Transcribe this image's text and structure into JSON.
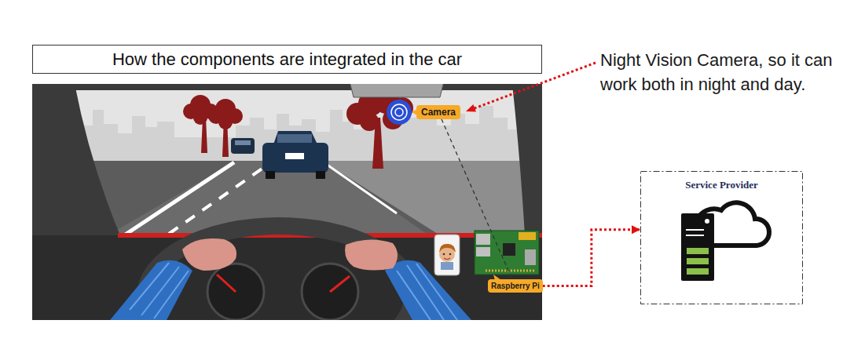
{
  "diagram": {
    "title": "How the components are integrated in the car",
    "nodes": [
      {
        "text": [
          "Camera"
        ]
      },
      {
        "text": [
          "Raspberry Pi"
        ]
      },
      {
        "text": [
          "Service Provider"
        ]
      }
    ],
    "edges": [
      {
        "from": 0,
        "to": 1,
        "arrow": "none"
      },
      {
        "from": 1,
        "to": 2,
        "arrow": "to"
      }
    ],
    "labels": [
      "Night Vision Camera, so it can work both in night and day."
    ]
  }
}
